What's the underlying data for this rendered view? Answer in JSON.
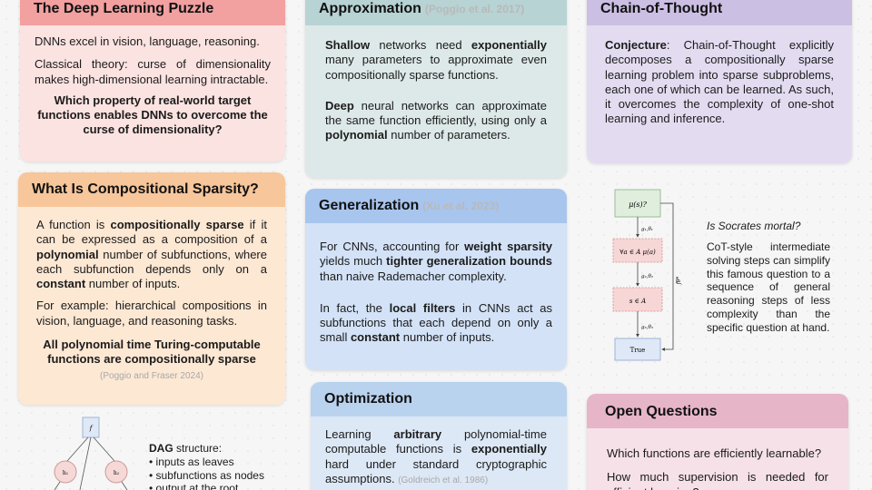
{
  "puzzle": {
    "title": "The Deep Learning Puzzle",
    "p1": "DNNs excel in vision, language, reasoning.",
    "p2": "Classical theory: curse of dimensionality makes high-dimensional learning intractable.",
    "question": "Which property of real-world target functions enables DNNs to overcome the curse of dimensionality?"
  },
  "sparsity": {
    "title": "What Is Compositional Sparsity?",
    "p1_a": "A function is ",
    "p1_b": "compositionally sparse",
    "p1_c": " if it can be expressed as a composition of a ",
    "p1_d": "polynomial",
    "p1_e": " number of subfunctions, where each subfunction depends only on a ",
    "p1_f": "constant",
    "p1_g": " number of inputs.",
    "p2": "For example: hierarchical compositions in vision, language, and reasoning tasks.",
    "claim": "All polynomial time Turing-computable functions are compositionally sparse",
    "cite": "(Poggio and Fraser 2024)"
  },
  "dag": {
    "title": "DAG",
    "title_suffix": " structure:",
    "items": [
      "inputs as leaves",
      "subfunctions as nodes",
      "output at the root"
    ],
    "node_top": "f",
    "node_l": "h₁",
    "node_r": "h₂"
  },
  "approx": {
    "title": "Approximation",
    "cite": "(Poggio et al. 2017)",
    "p1_a": "Shallow",
    "p1_b": " networks need ",
    "p1_c": "exponentially",
    "p1_d": " many parameters to approximate even compositionally sparse functions.",
    "p2_a": "Deep",
    "p2_b": " neural networks can approximate the same function efficiently, using only a ",
    "p2_c": "polynomial",
    "p2_d": " number of parameters."
  },
  "gen": {
    "title": "Generalization",
    "cite": "(Xu et al. 2023)",
    "p1_a": "For CNNs, accounting for ",
    "p1_b": "weight sparsity",
    "p1_c": " yields much ",
    "p1_d": "tighter generalization bounds",
    "p1_e": " than naive Rademacher complexity.",
    "p2_a": "In fact, the ",
    "p2_b": "local filters",
    "p2_c": " in CNNs act as subfunctions that each depend on only a small ",
    "p2_d": "constant",
    "p2_e": " number of inputs."
  },
  "opt": {
    "title": "Optimization",
    "p1_a": "Learning ",
    "p1_b": "arbitrary",
    "p1_c": " polynomial-time computable functions is ",
    "p1_d": "exponentially",
    "p1_e": " hard under standard cryptographic assumptions. ",
    "cite": "(Goldreich et al. 1986)"
  },
  "cot": {
    "title": "Chain-of-Thought",
    "label": "Conjecture",
    "body": ": Chain-of-Thought explicitly decomposes a compositionally sparse learning problem into sparse subproblems, each one of which can be learned. As such, it overcomes the complexity of one-shot learning and inference."
  },
  "flow": {
    "n1": "μ(s)?",
    "n2": "∀a ∈ A μ(a)",
    "n3": "s ∈ A",
    "n4": "True",
    "e1": "g₁,θ₁",
    "e2": "g₂,θ₂",
    "e3": "g₃,θ₃",
    "side": "fθ*",
    "question": "Is Socrates mortal?",
    "desc": "CoT-style intermediate solving steps can simplify this famous question to a sequence of general reasoning steps of less complexity than the specific question at hand."
  },
  "open": {
    "title": "Open Questions",
    "q1": "Which functions are efficiently learnable?",
    "q2": "How much supervision is needed for efficient learning?"
  }
}
